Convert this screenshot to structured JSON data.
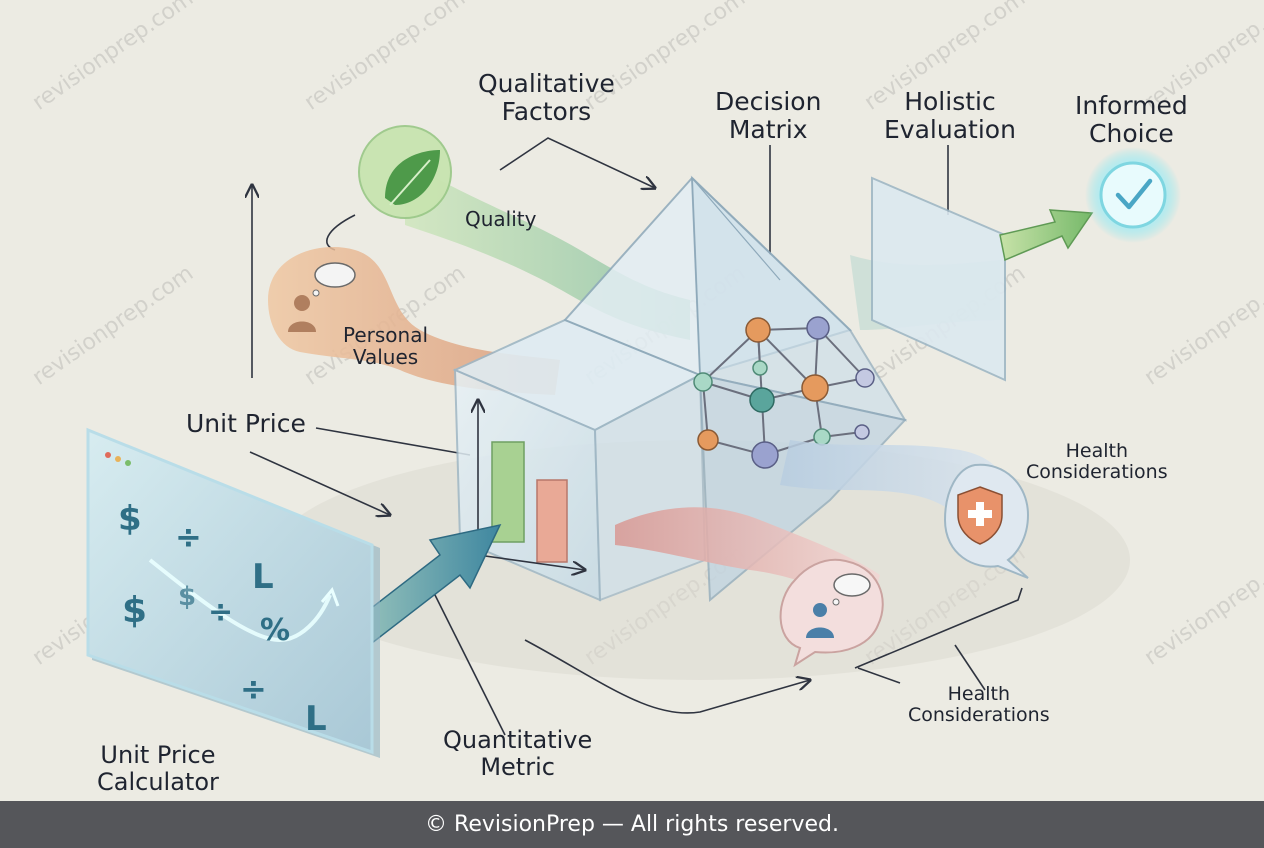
{
  "labels": {
    "qualitative_factors": [
      "Qualitative",
      "Factors"
    ],
    "decision_matrix": [
      "Decision",
      "Matrix"
    ],
    "holistic_evaluation": [
      "Holistic",
      "Evaluation"
    ],
    "informed_choice": [
      "Informed",
      "Choice"
    ],
    "quality": "Quality",
    "personal_values": [
      "Personal",
      "Values"
    ],
    "unit_price": "Unit Price",
    "health_considerations_right": [
      "Health",
      "Considerations"
    ],
    "health_considerations_bottom": [
      "Health",
      "Considerations"
    ],
    "quantitative_metric": [
      "Quantitative",
      "Metric"
    ],
    "unit_price_calculator": [
      "Unit Price",
      "Calculator"
    ]
  },
  "calculator_glyphs": [
    "$",
    "÷",
    "L",
    "$",
    "$",
    "÷",
    "%",
    "÷",
    "L"
  ],
  "watermark": "revisionprep.com",
  "footer": "© RevisionPrep — All rights reserved.",
  "colors": {
    "background": "#ecebe3",
    "footer_bg": "#55565a",
    "check_glow": "#7fe3ee",
    "green_stream": "#a9d48f",
    "orange_bubble": "#e9b98e",
    "pink_stream": "#e9a9a6",
    "node_orange": "#e59a5e",
    "node_teal": "#5aa59c",
    "node_lavender": "#9aa2cf",
    "shield": "#e8926a"
  },
  "icons": [
    "leaf-icon",
    "person-thought-icon",
    "person-thought-icon",
    "shield-cross-icon",
    "checkmark-icon",
    "network-icon",
    "bar-chart-icon"
  ]
}
